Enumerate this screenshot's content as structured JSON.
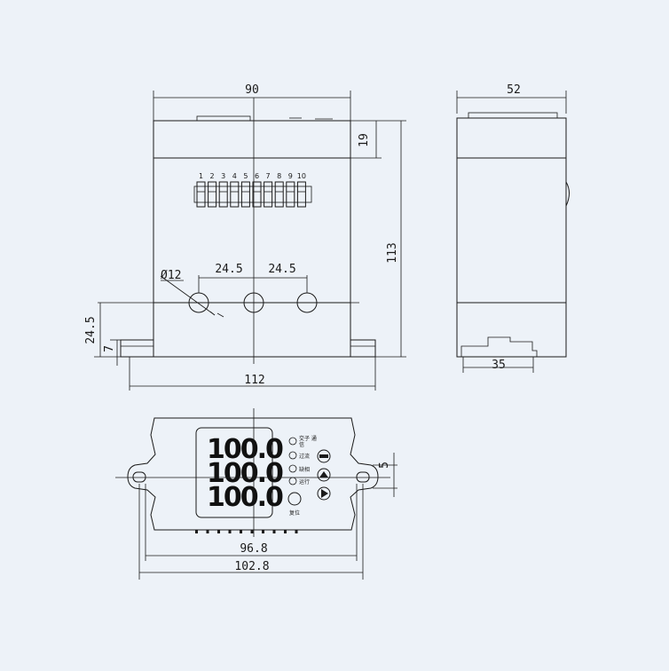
{
  "front_view": {
    "width_dim": "90",
    "height_dim": "113",
    "top_dim": "19",
    "base_dim": "112",
    "hole_dia": "Ø12",
    "hole_spacing_left": "24.5",
    "hole_spacing_right": "24.5",
    "hole_height": "24.5",
    "foot_height": "7",
    "terminal_numbers": [
      "1",
      "2",
      "3",
      "4",
      "5",
      "6",
      "7",
      "8",
      "9",
      "10"
    ]
  },
  "side_view": {
    "width_dim": "52",
    "base_dim": "35"
  },
  "bottom_view": {
    "inner_dim": "96.8",
    "outer_dim": "102.8",
    "slot_dim": "5",
    "display_values": [
      "100.0",
      "100.0",
      "100.0"
    ],
    "indicator_labels": [
      "交子\n通信",
      "过流",
      "缺相",
      "运行"
    ],
    "reset_label": "复位"
  }
}
